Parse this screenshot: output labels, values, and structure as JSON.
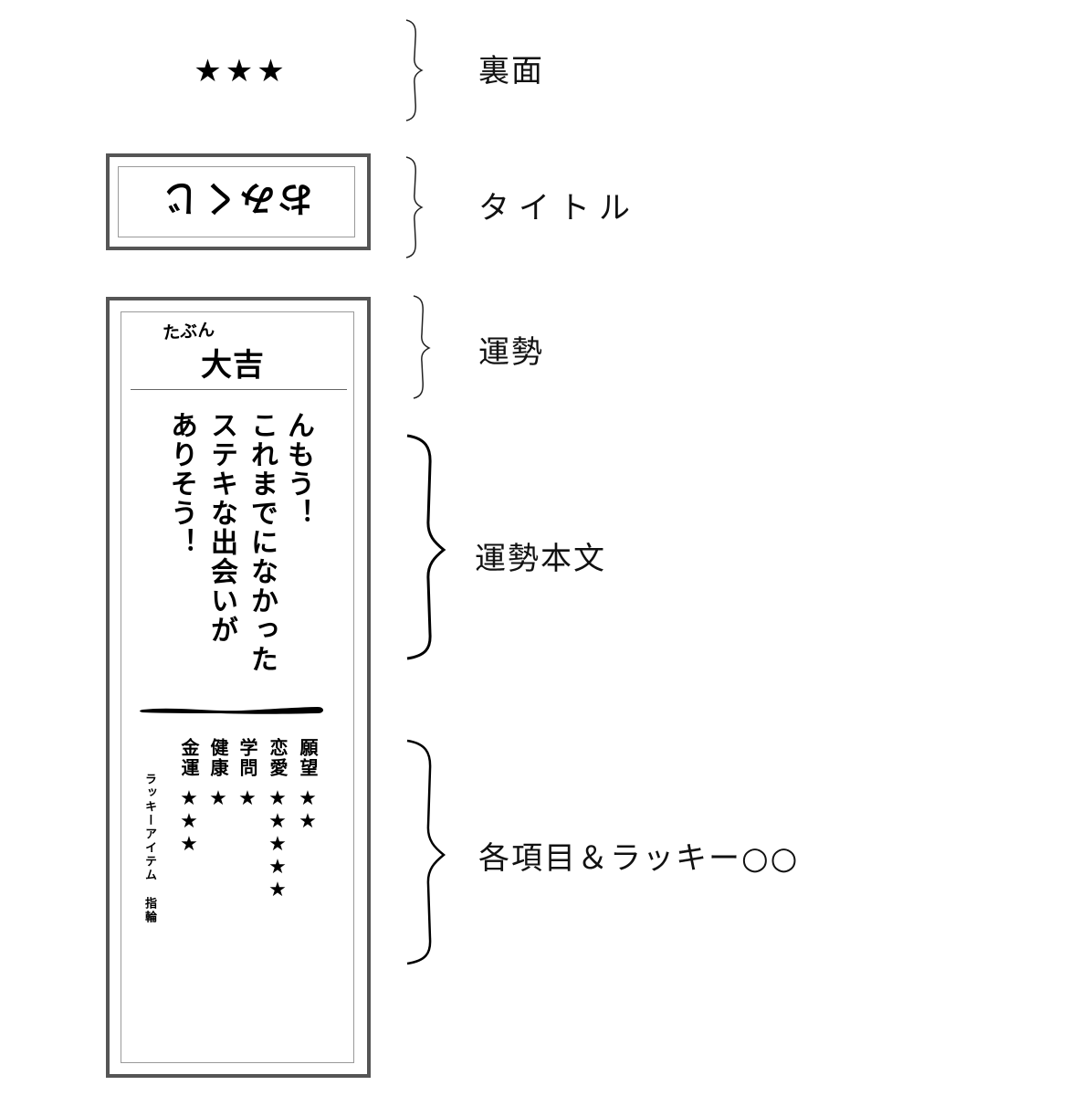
{
  "back": {
    "stars": [
      "★",
      "★",
      "★"
    ],
    "label": "裏面"
  },
  "title_section": {
    "title_text": "おみくじ",
    "title_orientation": "rotated 180°",
    "label": "タイトル"
  },
  "fortune_section": {
    "qualifier": "たぶん",
    "fortune": "大吉",
    "label": "運勢"
  },
  "fortune_body": {
    "columns": [
      "んもう！",
      "これまでになかった",
      "ステキな出会いが",
      "ありそう！"
    ],
    "label": "運勢本文"
  },
  "categories_section": {
    "items": [
      {
        "name": "願望",
        "stars": "★★"
      },
      {
        "name": "恋愛",
        "stars": "★★★★★"
      },
      {
        "name": "学問",
        "stars": "★"
      },
      {
        "name": "健康",
        "stars": "★"
      },
      {
        "name": "金運",
        "stars": "★★★"
      }
    ],
    "lucky_item_label": "ラッキーアイテム",
    "lucky_item_value": "指輪",
    "label": "各項目＆ラッキー○○"
  },
  "colors": {
    "outer_frame": "#555555",
    "inner_frame": "#9a9a9a",
    "text": "#000000",
    "background": "#ffffff"
  }
}
